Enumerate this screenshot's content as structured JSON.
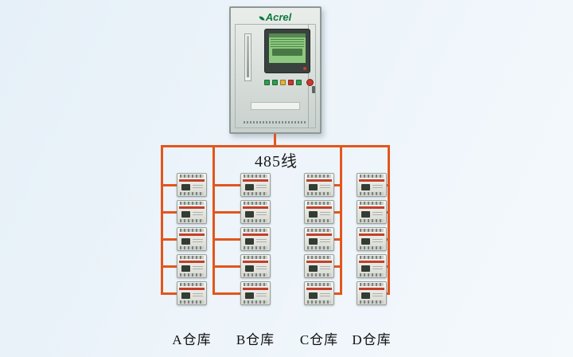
{
  "diagram": {
    "type": "rs485-wiring-topology",
    "bus": {
      "label": "485线",
      "color": "#e2561d"
    },
    "cabinet": {
      "brand": "Acrel",
      "brand_color": "#0e7a3f",
      "screen_color": "#8cc87e",
      "buttons": [
        "#2e9e4f",
        "#2e9e4f",
        "#e3b23c",
        "#c8392b",
        "#2e9e4f"
      ]
    },
    "device": {
      "stripe_color": "#c2402b"
    },
    "columns": [
      {
        "id": "A",
        "label": "A仓库",
        "device_count": 5
      },
      {
        "id": "B",
        "label": "B仓库",
        "device_count": 5
      },
      {
        "id": "C",
        "label": "C仓库",
        "device_count": 5
      },
      {
        "id": "D",
        "label": "D仓库",
        "device_count": 5
      }
    ]
  }
}
